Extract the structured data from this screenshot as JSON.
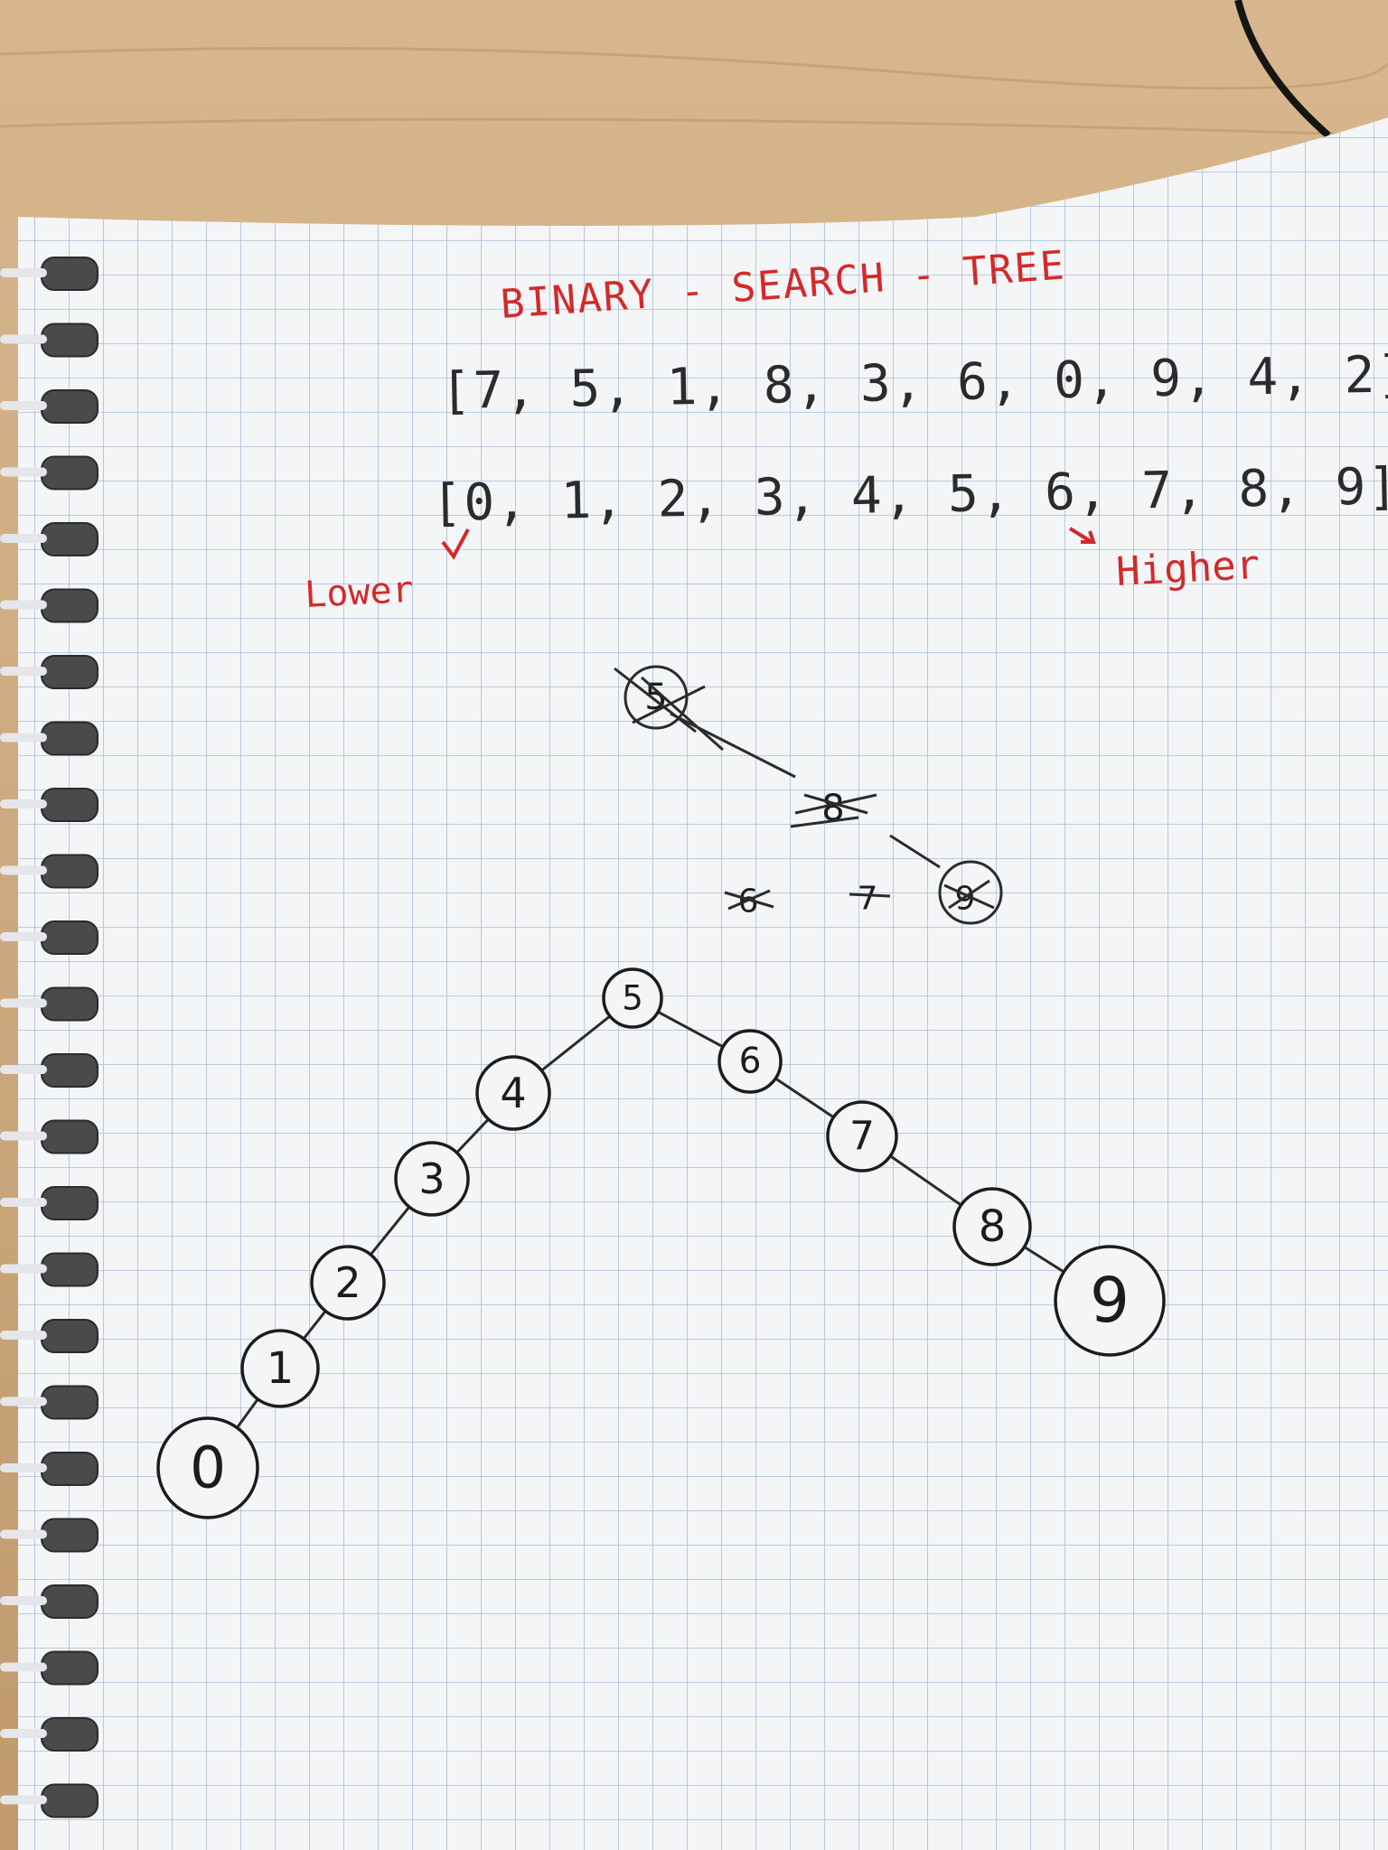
{
  "title": "BINARY - SEARCH - TREE",
  "input_array": "[7, 5, 1, 8, 3, 6, 0, 9, 4, 2]",
  "sorted_array": "[0, 1, 2, 3, 4, 5, 6, 7, 8, 9]",
  "lower_label": "Lower",
  "higher_label": "Higher",
  "scribbled_nodes": [
    "5",
    "8",
    "6",
    "7",
    "9"
  ],
  "tree_nodes": [
    {
      "id": "5",
      "label": "5"
    },
    {
      "id": "4",
      "label": "4"
    },
    {
      "id": "3",
      "label": "3"
    },
    {
      "id": "2",
      "label": "2"
    },
    {
      "id": "1",
      "label": "1"
    },
    {
      "id": "0",
      "label": "0"
    },
    {
      "id": "6",
      "label": "6"
    },
    {
      "id": "7",
      "label": "7"
    },
    {
      "id": "8",
      "label": "8"
    },
    {
      "id": "9",
      "label": "9"
    }
  ],
  "tree_edges": [
    [
      "5",
      "4"
    ],
    [
      "4",
      "3"
    ],
    [
      "3",
      "2"
    ],
    [
      "2",
      "1"
    ],
    [
      "1",
      "0"
    ],
    [
      "5",
      "6"
    ],
    [
      "6",
      "7"
    ],
    [
      "7",
      "8"
    ],
    [
      "8",
      "9"
    ]
  ],
  "colors": {
    "paper": "#f4f5f7",
    "grid": "#a9bdd6",
    "red_ink": "#d22a2a",
    "black_ink": "#2b2b2b",
    "desk": "#c9a77f"
  }
}
